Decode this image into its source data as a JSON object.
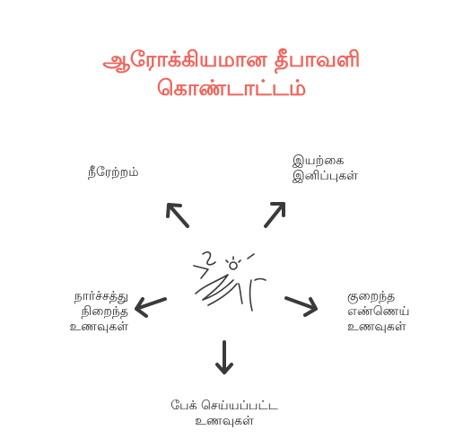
{
  "title": {
    "line1": "ஆரோக்கியமான தீபாவளி",
    "line2": "கொண்டாட்டம்"
  },
  "center": {
    "icon": "healthy-celebration-sketch-icon"
  },
  "branches": {
    "top_left": {
      "lines": [
        "நீரேற்றம்"
      ]
    },
    "top_right": {
      "lines": [
        "இயற்கை",
        "இனிப்புகள்"
      ]
    },
    "left": {
      "lines": [
        "நார்ச்சத்து",
        "நிறைந்த",
        "உணவுகள்"
      ]
    },
    "right": {
      "lines": [
        "குறைந்த",
        "எண்ணெய்",
        "உணவுகள்"
      ]
    },
    "bottom": {
      "lines": [
        "பேக் செய்யப்பட்ட",
        "உணவுகள்"
      ]
    }
  },
  "colors": {
    "title": "#f0645c",
    "text": "#222222",
    "arrow": "#3a3a3a"
  }
}
